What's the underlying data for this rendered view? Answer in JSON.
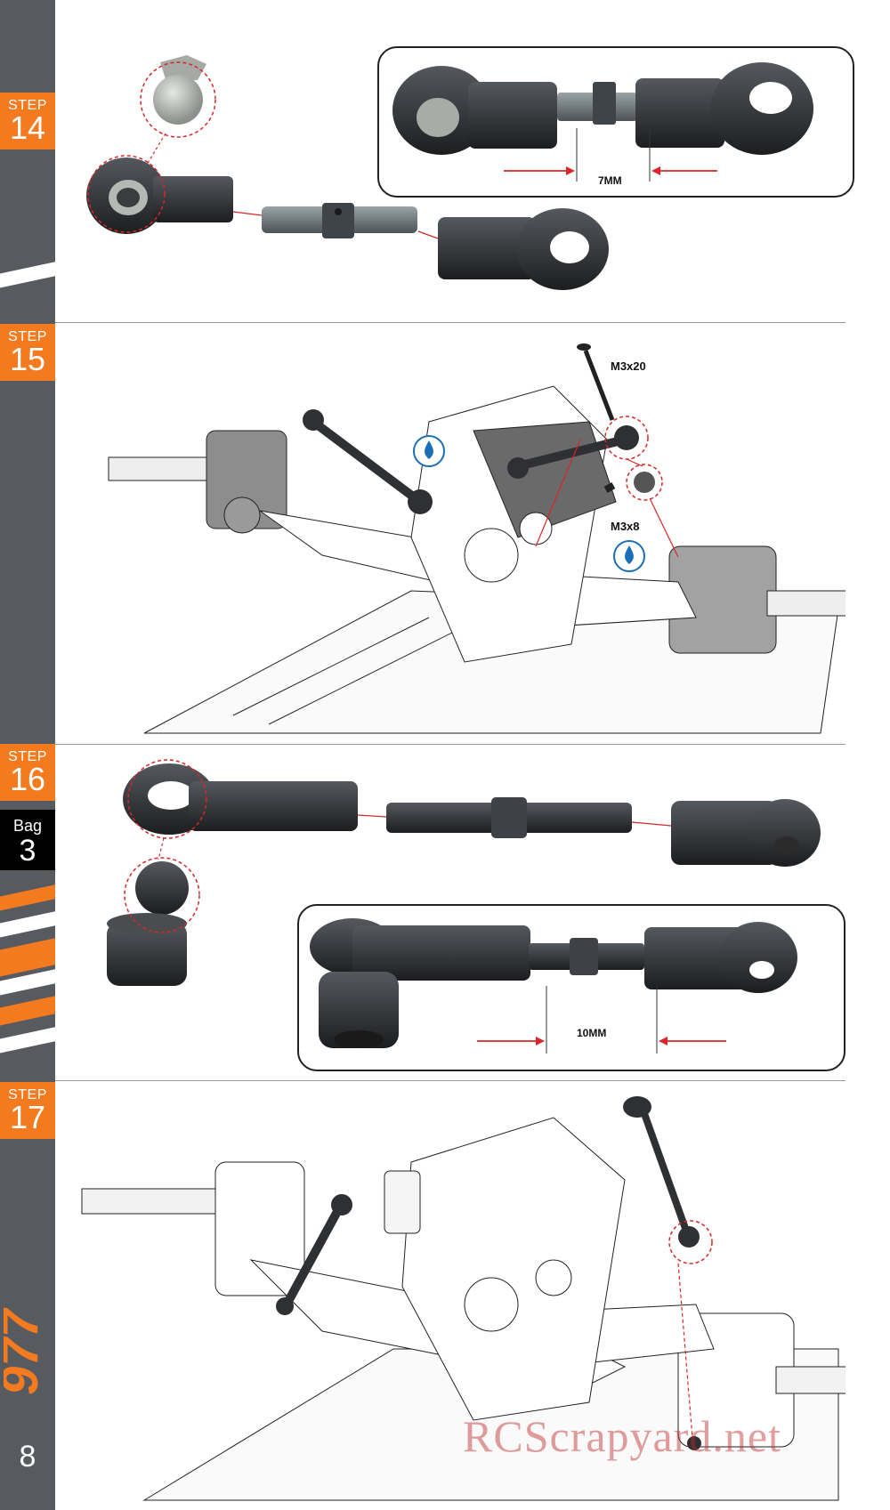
{
  "sidebar": {
    "steps": [
      {
        "label": "STEP",
        "number": "14"
      },
      {
        "label": "STEP",
        "number": "15"
      },
      {
        "label": "STEP",
        "number": "16"
      },
      {
        "label": "STEP",
        "number": "17"
      }
    ],
    "bag": {
      "label": "Bag",
      "number": "3"
    },
    "logo_text": "977",
    "page_number": "8"
  },
  "step14": {
    "dimension": "7MM"
  },
  "step15": {
    "screw_top": "M3x20",
    "screw_small": "M3x8"
  },
  "step16": {
    "dimension": "10MM"
  },
  "watermark": "RCScrapyard.net",
  "colors": {
    "accent": "#f47a1f",
    "sidebar": "#575b60",
    "callout_red": "#d62828",
    "part_dark": "#2e3033"
  }
}
